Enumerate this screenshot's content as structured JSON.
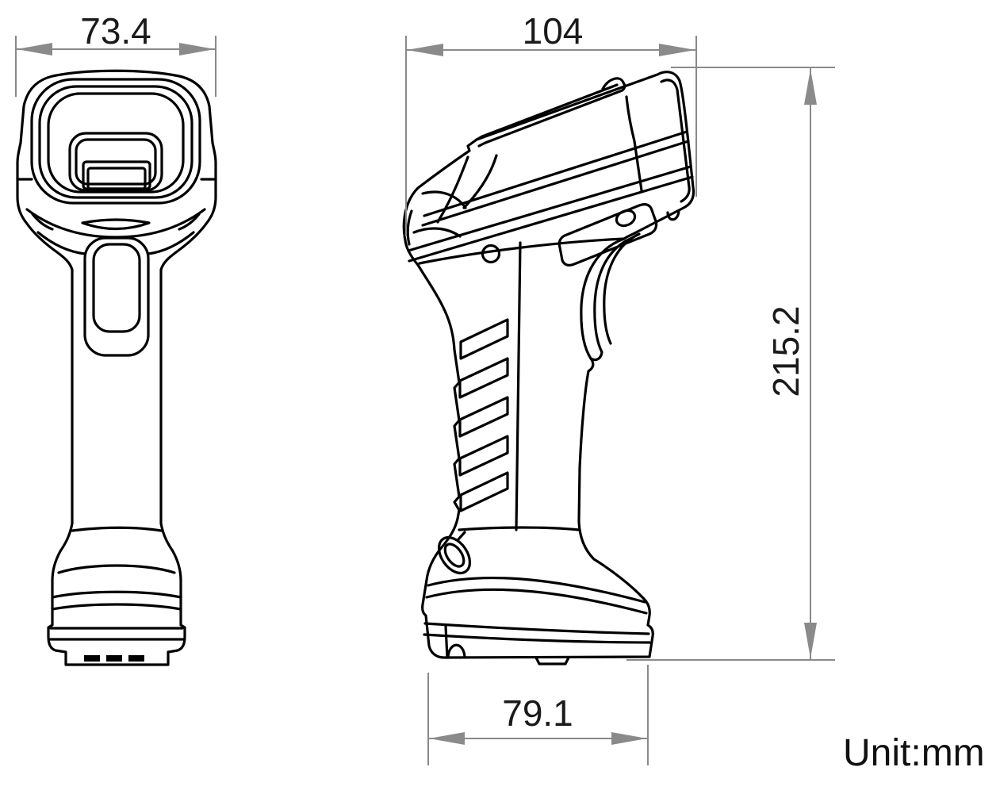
{
  "drawing": {
    "subject": "handheld-scanner-two-view-dimension-drawing",
    "views": {
      "left": "front-view",
      "right": "side-view"
    }
  },
  "dimensions": {
    "front_width": "73.4",
    "side_width": "104",
    "side_height": "215.2",
    "side_base_width": "79.1"
  },
  "unit": {
    "label": "Unit:mm"
  },
  "colors": {
    "outline": "#000000",
    "dimension_gray": "#8a8a8a",
    "background": "#ffffff",
    "text": "#1a1a1a"
  }
}
